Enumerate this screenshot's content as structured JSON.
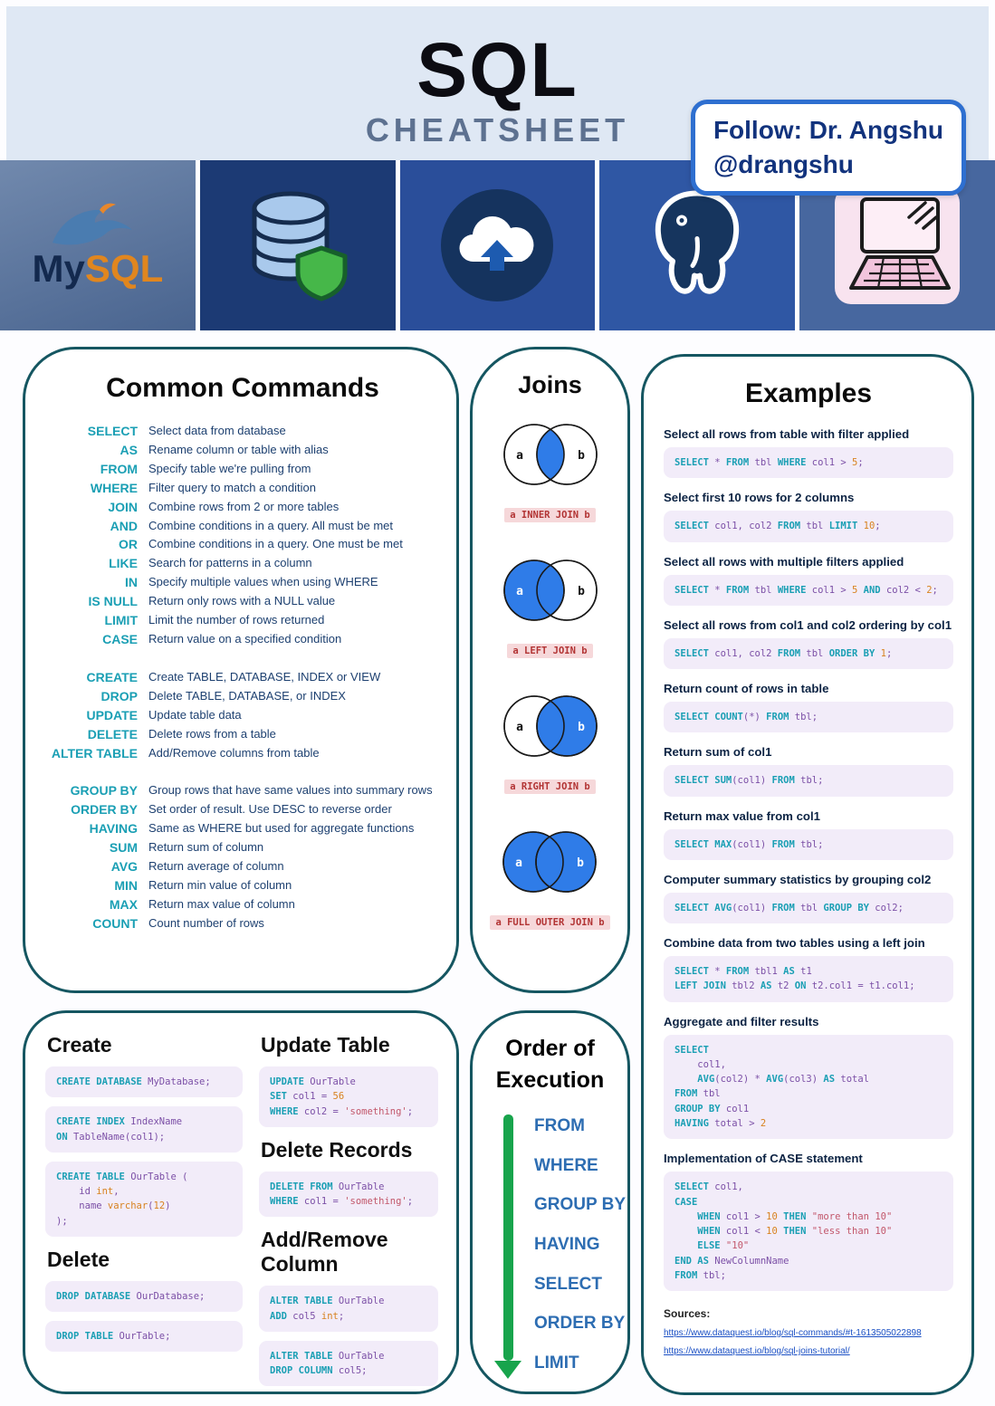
{
  "colors": {
    "accent_teal": "#155661",
    "keyword_teal": "#1a9fb4",
    "code_purple": "#7b4fa6",
    "code_bg": "#f2ecf9",
    "join_blue": "#2f7ce8",
    "join_label_red": "#b23434",
    "join_label_bg": "#f6d8da",
    "arrow_green": "#18a44c",
    "step_blue": "#2d6db2",
    "badge_blue": "#2e6fd0",
    "header_bg": "#dfe8f4"
  },
  "header": {
    "title": "SQL",
    "subtitle": "CHEATSHEET",
    "badge": {
      "line1": "Follow: Dr. Angshu",
      "line2": "@drangshu"
    }
  },
  "logo_bar": {
    "mysql_prefix": "My",
    "mysql_suffix": "SQL",
    "icons": [
      "mysql-dolphin-icon",
      "database-shield-icon",
      "cloud-upload-icon",
      "postgresql-elephant-icon",
      "laptop-icon"
    ]
  },
  "common_commands": {
    "title": "Common Commands",
    "groups": [
      {
        "items": [
          {
            "cmd": "SELECT",
            "desc": "Select data from database"
          },
          {
            "cmd": "AS",
            "desc": "Rename column or table with alias"
          },
          {
            "cmd": "FROM",
            "desc": "Specify table we're pulling from"
          },
          {
            "cmd": "WHERE",
            "desc": "Filter query to match a condition"
          },
          {
            "cmd": "JOIN",
            "desc": "Combine rows from 2 or more tables"
          },
          {
            "cmd": "AND",
            "desc": "Combine conditions in a query. All must be met"
          },
          {
            "cmd": "OR",
            "desc": "Combine conditions in a query. One must be met"
          },
          {
            "cmd": "LIKE",
            "desc": "Search for patterns in a column"
          },
          {
            "cmd": "IN",
            "desc": "Specify multiple values when using WHERE"
          },
          {
            "cmd": "IS NULL",
            "desc": "Return only rows with a NULL value"
          },
          {
            "cmd": "LIMIT",
            "desc": "Limit the number of rows returned"
          },
          {
            "cmd": "CASE",
            "desc": "Return value on a specified condition"
          }
        ]
      },
      {
        "items": [
          {
            "cmd": "CREATE",
            "desc": "Create TABLE, DATABASE, INDEX or VIEW"
          },
          {
            "cmd": "DROP",
            "desc": "Delete TABLE, DATABASE, or INDEX"
          },
          {
            "cmd": "UPDATE",
            "desc": "Update table data"
          },
          {
            "cmd": "DELETE",
            "desc": "Delete rows from a table"
          },
          {
            "cmd": "ALTER TABLE",
            "desc": "Add/Remove columns from table"
          }
        ]
      },
      {
        "items": [
          {
            "cmd": "GROUP BY",
            "desc": "Group rows that have same values into summary rows"
          },
          {
            "cmd": "ORDER BY",
            "desc": "Set order of result. Use DESC to reverse order"
          },
          {
            "cmd": "HAVING",
            "desc": "Same as WHERE but used for aggregate functions"
          },
          {
            "cmd": "SUM",
            "desc": "Return sum of column"
          },
          {
            "cmd": "AVG",
            "desc": "Return average of column"
          },
          {
            "cmd": "MIN",
            "desc": "Return min value of column"
          },
          {
            "cmd": "MAX",
            "desc": "Return max value of column"
          },
          {
            "cmd": "COUNT",
            "desc": "Count number of rows"
          }
        ]
      }
    ]
  },
  "joins": {
    "title": "Joins",
    "items": [
      {
        "type": "inner",
        "label": "a INNER JOIN b",
        "left_letter": "a",
        "right_letter": "b"
      },
      {
        "type": "left",
        "label": "a LEFT JOIN b",
        "left_letter": "a",
        "right_letter": "b"
      },
      {
        "type": "right",
        "label": "a RIGHT JOIN b",
        "left_letter": "a",
        "right_letter": "b"
      },
      {
        "type": "outer",
        "label": "a FULL OUTER JOIN b",
        "left_letter": "a",
        "right_letter": "b"
      }
    ]
  },
  "examples": {
    "title": "Examples",
    "items": [
      {
        "desc": "Select all rows from table with filter applied",
        "code": "SELECT * FROM tbl WHERE col1 > 5;"
      },
      {
        "desc": "Select first 10 rows for 2 columns",
        "code": "SELECT col1, col2 FROM tbl LIMIT 10;"
      },
      {
        "desc": "Select all rows with multiple filters applied",
        "code": "SELECT * FROM tbl WHERE col1 > 5 AND col2 < 2;"
      },
      {
        "desc": "Select all rows from col1 and col2 ordering by col1",
        "code": "SELECT col1, col2 FROM tbl ORDER BY 1;"
      },
      {
        "desc": "Return count of rows in table",
        "code": "SELECT COUNT(*) FROM tbl;"
      },
      {
        "desc": "Return sum of col1",
        "code": "SELECT SUM(col1) FROM tbl;"
      },
      {
        "desc": "Return max value from col1",
        "code": "SELECT MAX(col1) FROM tbl;"
      },
      {
        "desc": "Computer summary statistics by grouping col2",
        "code": "SELECT AVG(col1) FROM tbl GROUP BY col2;"
      },
      {
        "desc": "Combine data from two tables using a left join",
        "code": "SELECT * FROM tbl1 AS t1\nLEFT JOIN tbl2 AS t2 ON t2.col1 = t1.col1;"
      },
      {
        "desc": "Aggregate and filter results",
        "code": "SELECT\n    col1,\n    AVG(col2) * AVG(col3) AS total\nFROM tbl\nGROUP BY col1\nHAVING total > 2"
      },
      {
        "desc": "Implementation of CASE statement",
        "code": "SELECT col1,\nCASE\n    WHEN col1 > 10 THEN \"more than 10\"\n    WHEN col1 < 10 THEN \"less than 10\"\n    ELSE \"10\"\nEND AS NewColumnName\nFROM tbl;"
      }
    ],
    "sources_label": "Sources:",
    "sources": [
      "https://www.dataquest.io/blog/sql-commands/#t-1613505022898",
      "https://www.dataquest.io/blog/sql-joins-tutorial/"
    ]
  },
  "snippets": {
    "left": [
      {
        "heading": "Create",
        "blocks": [
          "CREATE DATABASE MyDatabase;",
          "CREATE INDEX IndexName\nON TableName(col1);",
          "CREATE TABLE OurTable (\n    id int,\n    name varchar(12)\n);"
        ]
      },
      {
        "heading": "Delete",
        "blocks": [
          "DROP DATABASE OurDatabase;",
          "DROP TABLE OurTable;"
        ]
      }
    ],
    "right": [
      {
        "heading": "Update Table",
        "blocks": [
          "UPDATE OurTable\nSET col1 = 56\nWHERE col2 = 'something';"
        ]
      },
      {
        "heading": "Delete Records",
        "blocks": [
          "DELETE FROM OurTable\nWHERE col1 = 'something';"
        ]
      },
      {
        "heading": "Add/Remove Column",
        "blocks": [
          "ALTER TABLE OurTable\nADD col5 int;",
          "ALTER TABLE OurTable\nDROP COLUMN col5;"
        ]
      }
    ]
  },
  "order_of_execution": {
    "title_line1": "Order of",
    "title_line2": "Execution",
    "steps": [
      "FROM",
      "WHERE",
      "GROUP BY",
      "HAVING",
      "SELECT",
      "ORDER BY",
      "LIMIT"
    ]
  }
}
